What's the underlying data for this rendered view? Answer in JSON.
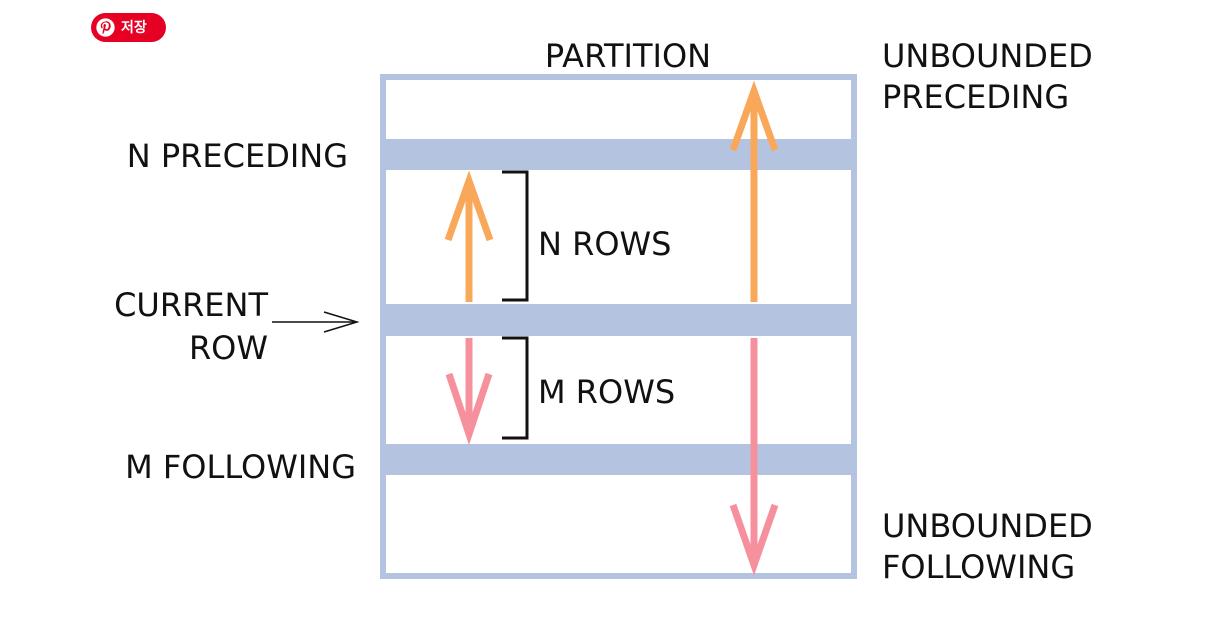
{
  "save_button": {
    "label": "저장",
    "icon": "pinterest-icon",
    "color": "#e60023"
  },
  "diagram": {
    "partition_label": "PARTITION",
    "unbounded_preceding": [
      "UNBOUNDED",
      "PRECEDING"
    ],
    "unbounded_following": [
      "UNBOUNDED",
      "FOLLOWING"
    ],
    "n_preceding": "N PRECEDING",
    "current_row": [
      "CURRENT",
      "ROW"
    ],
    "m_following": "M FOLLOWING",
    "n_rows": "N ROWS",
    "m_rows": "M ROWS",
    "colors": {
      "partition": "#b4c4e0",
      "preceding_arrow": "#f9a85a",
      "following_arrow": "#f6909c",
      "text": "#111111"
    }
  }
}
